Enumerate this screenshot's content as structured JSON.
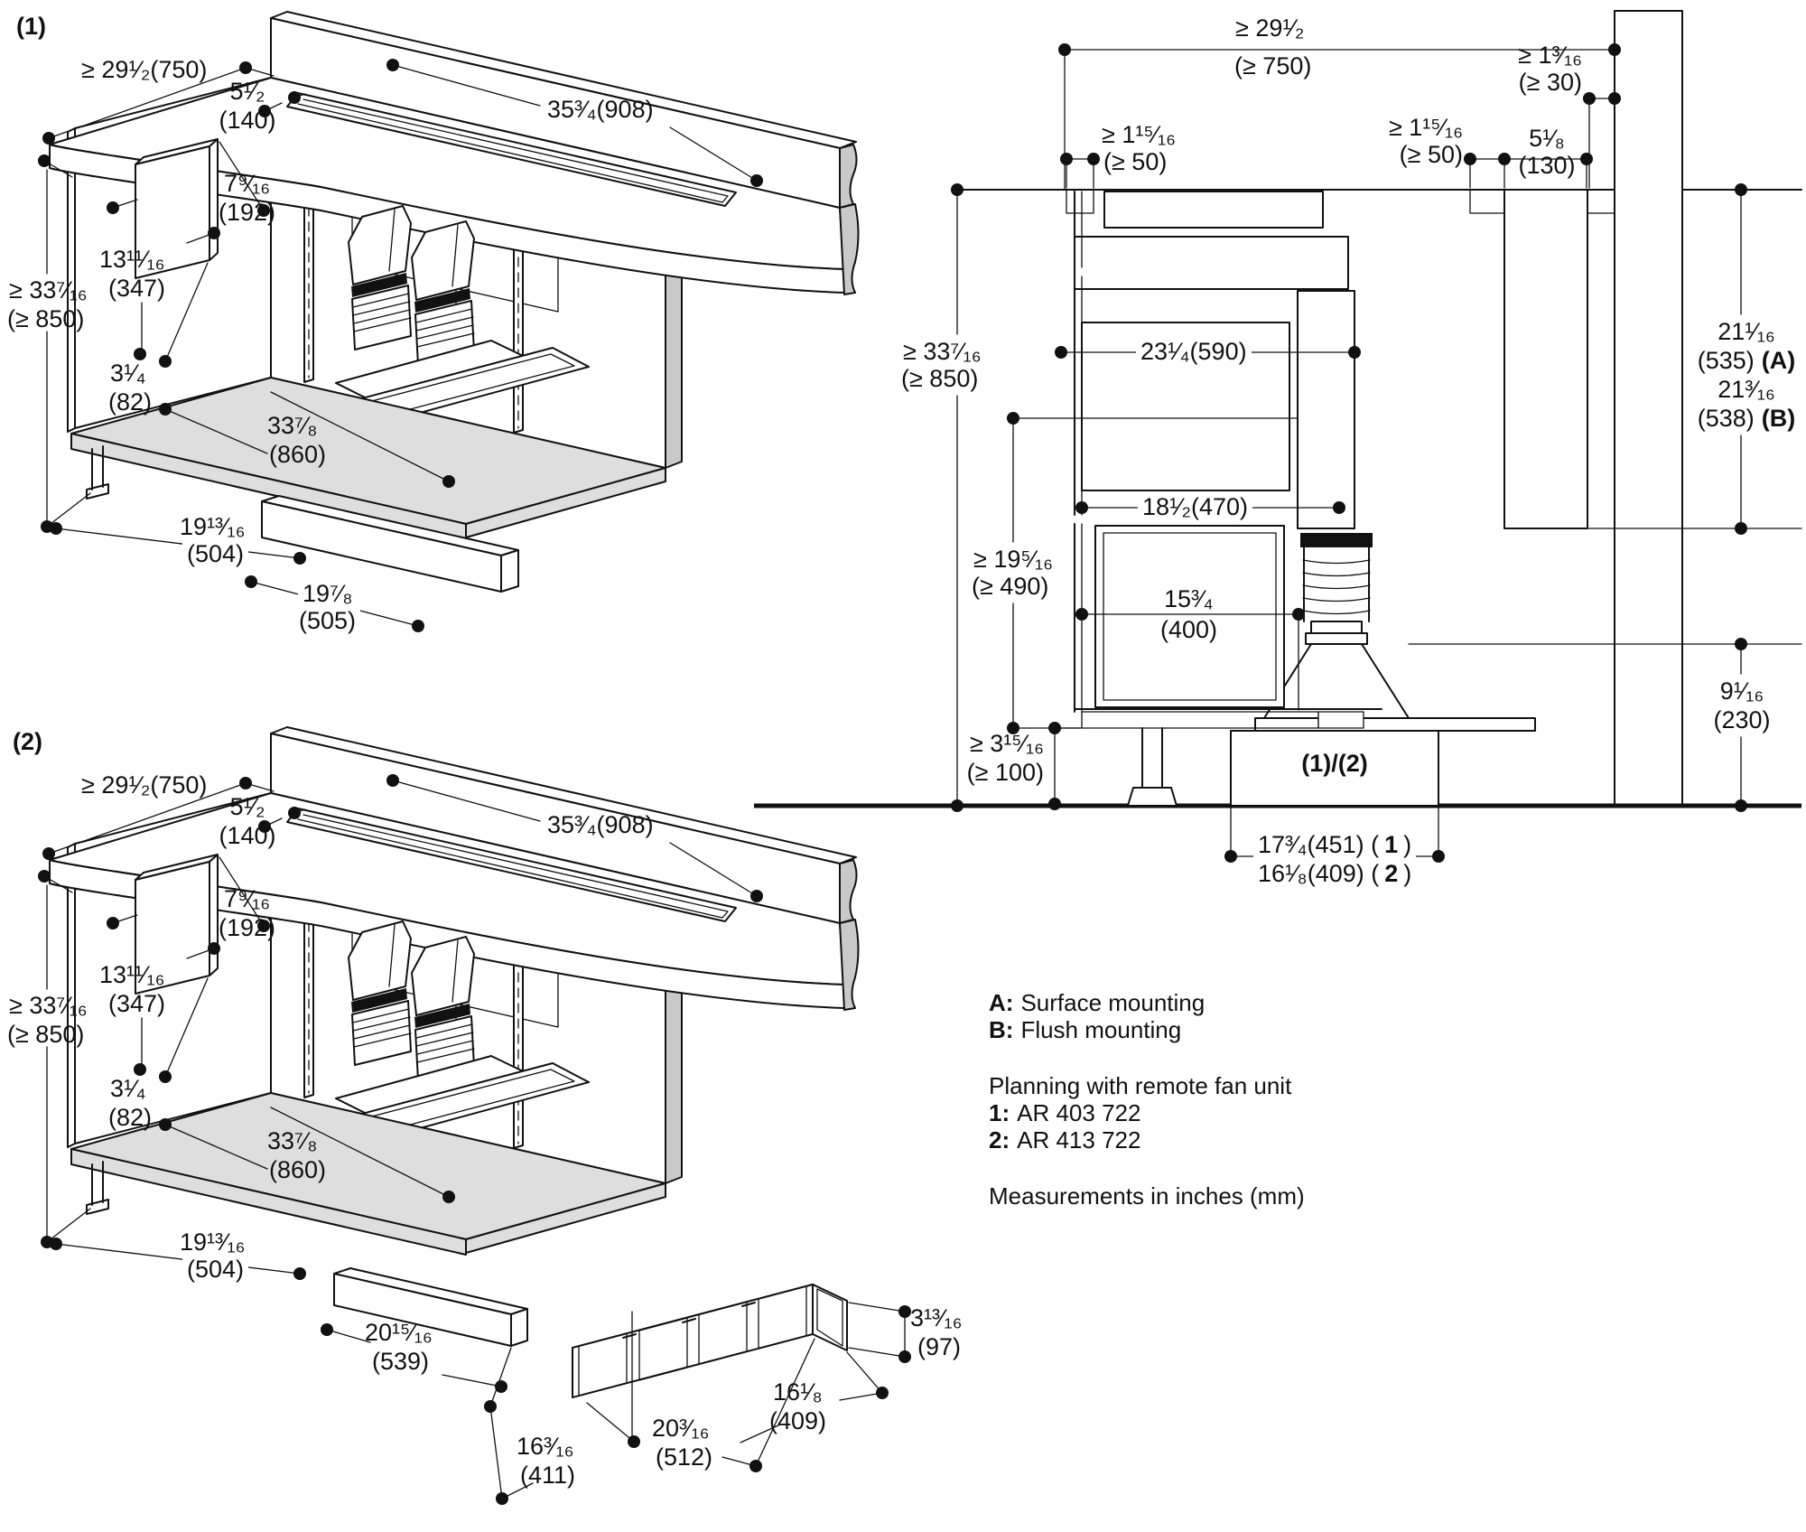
{
  "p1": {
    "tag": "(1)",
    "w750": "≥ 29¹⁄₂(750)",
    "w140": [
      "5¹⁄₂",
      "(140)"
    ],
    "w908": "35³⁄₄(908)",
    "h192": [
      "7⁹⁄₁₆",
      "(192)"
    ],
    "h347": [
      "13¹¹⁄₁₆",
      "(347)"
    ],
    "h850": [
      "≥ 33⁷⁄₁₆",
      "(≥ 850)"
    ],
    "h82": [
      "3¹⁄₄",
      "(82)"
    ],
    "d860": [
      "33⁷⁄₈",
      "(860)"
    ],
    "d504": [
      "19¹³⁄₁₆",
      "(504)"
    ],
    "d505": [
      "19⁷⁄₈",
      "(505)"
    ]
  },
  "p2": {
    "tag": "(2)",
    "w750": "≥ 29¹⁄₂(750)",
    "w140": [
      "5¹⁄₂",
      "(140)"
    ],
    "w908": "35³⁄₄(908)",
    "h192": [
      "7⁹⁄₁₆",
      "(192)"
    ],
    "h347": [
      "13¹¹⁄₁₆",
      "(347)"
    ],
    "h850": [
      "≥ 33⁷⁄₁₆",
      "(≥ 850)"
    ],
    "h82": [
      "3¹⁄₄",
      "(82)"
    ],
    "d860": [
      "33⁷⁄₈",
      "(860)"
    ],
    "d504": [
      "19¹³⁄₁₆",
      "(504)"
    ],
    "d539": [
      "20¹⁵⁄₁₆",
      "(539)"
    ],
    "d411": [
      "16³⁄₁₆",
      "(411)"
    ],
    "d512": [
      "20³⁄₁₆",
      "(512)"
    ],
    "d409": [
      "16¹⁄₈",
      "(409)"
    ],
    "h97": [
      "3¹³⁄₁₆",
      "(97)"
    ]
  },
  "sec": {
    "w750": [
      "≥ 29¹⁄₂",
      "(≥ 750)"
    ],
    "gap50L": [
      "≥ 1¹⁵⁄₁₆",
      "(≥ 50)"
    ],
    "gap50R": [
      "≥ 1¹⁵⁄₁₆",
      "(≥ 50)"
    ],
    "w130": [
      "5¹⁄₈",
      "(130)"
    ],
    "gap30": [
      "≥ 1³⁄₁₆",
      "(≥ 30)"
    ],
    "h850": [
      "≥ 33⁷⁄₁₆",
      "(≥ 850)"
    ],
    "h490": [
      "≥ 19⁵⁄₁₆",
      "(≥ 490)"
    ],
    "w590": "23¹⁄₄(590)",
    "w470": "18¹⁄₂(470)",
    "w400": [
      "15³⁄₄",
      "(400)"
    ],
    "h100": [
      "≥ 3¹⁵⁄₁₆",
      "(≥ 100)"
    ],
    "hA1": "21¹⁄₁₆",
    "hA2": "(535)",
    "hA2b": "(A)",
    "hB1": "21³⁄₁₆",
    "hB2": "(538)",
    "hB2b": "(B)",
    "h230": [
      "9¹⁄₁₆",
      "(230)"
    ],
    "unit": "(1)/(2)",
    "w451p": "17³⁄₄(451) (",
    "w451n": "1",
    "w451s": ")",
    "w409p": "16¹⁄₈(409) (",
    "w409n": "2",
    "w409s": ")"
  },
  "notes": {
    "aKey": "A:",
    "aVal": "Surface mounting",
    "bKey": "B:",
    "bVal": "Flush mounting",
    "planning": "Planning with remote fan unit",
    "r1Key": "1:",
    "r1Val": "AR 403 722",
    "r2Key": "2:",
    "r2Val": "AR 413 722",
    "units": "Measurements in inches (mm)"
  },
  "colors": {
    "line": "#111111",
    "floor_gray": "#dedede",
    "panel_gray": "#c9c9c9"
  }
}
